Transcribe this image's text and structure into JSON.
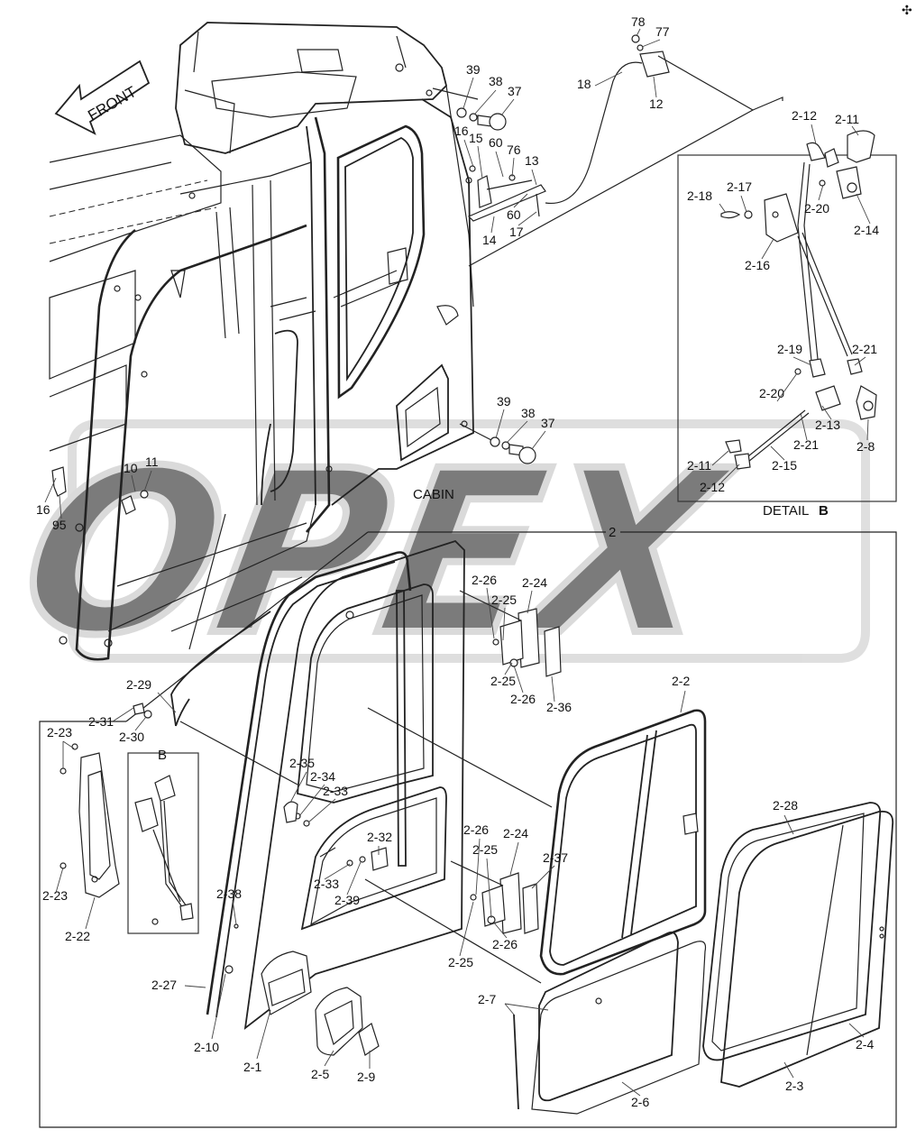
{
  "diagram": {
    "direction_label": "FRONT",
    "cabin_label": "CABIN",
    "detail_label_prefix": "DETAIL",
    "detail_label_letter": "B",
    "inset_label": "B",
    "assembly_number": "2",
    "watermark": "OPEX",
    "corner_mark": "✣",
    "colors": {
      "line": "#222222",
      "frame": "#333333",
      "watermark": "#bdbdbd"
    },
    "callouts": {
      "c78": "78",
      "c77": "77",
      "c12": "12",
      "c18": "18",
      "c39a": "39",
      "c38a": "38",
      "c37a": "37",
      "c16a": "16",
      "c15": "15",
      "c60a": "60",
      "c76": "76",
      "c13": "13",
      "c60b": "60",
      "c14": "14",
      "c17": "17",
      "c39b": "39",
      "c38b": "38",
      "c37b": "37",
      "c10": "10",
      "c11": "11",
      "c16b": "16",
      "c95": "95",
      "d2_12a": "2-12",
      "d2_11a": "2-11",
      "d2_17": "2-17",
      "d2_18": "2-18",
      "d2_20a": "2-20",
      "d2_14": "2-14",
      "d2_16": "2-16",
      "d2_19": "2-19",
      "d2_21a": "2-21",
      "d2_20b": "2-20",
      "d2_13": "2-13",
      "d2_8": "2-8",
      "d2_21b": "2-21",
      "d2_11b": "2-11",
      "d2_15": "2-15",
      "d2_12b": "2-12",
      "p2_26a": "2-26",
      "p2_25a": "2-25",
      "p2_24a": "2-24",
      "p2_25b": "2-25",
      "p2_26b": "2-26",
      "p2_36": "2-36",
      "p2_29": "2-29",
      "p2_31": "2-31",
      "p2_30": "2-30",
      "p2_23a": "2-23",
      "p2_23b": "2-23",
      "p2_22": "2-22",
      "p2_35": "2-35",
      "p2_34": "2-34",
      "p2_33a": "2-33",
      "p2_32": "2-32",
      "p2_33b": "2-33",
      "p2_39": "2-39",
      "p2_26c": "2-26",
      "p2_24b": "2-24",
      "p2_25c": "2-25",
      "p2_37": "2-37",
      "p2_26d": "2-26",
      "p2_25d": "2-25",
      "p2_38": "2-38",
      "p2_27": "2-27",
      "p2_10": "2-10",
      "p2_1": "2-1",
      "p2_5": "2-5",
      "p2_9": "2-9",
      "p2_7": "2-7",
      "p2_6": "2-6",
      "p2_2": "2-2",
      "p2_28": "2-28",
      "p2_4": "2-4",
      "p2_3": "2-3"
    }
  }
}
